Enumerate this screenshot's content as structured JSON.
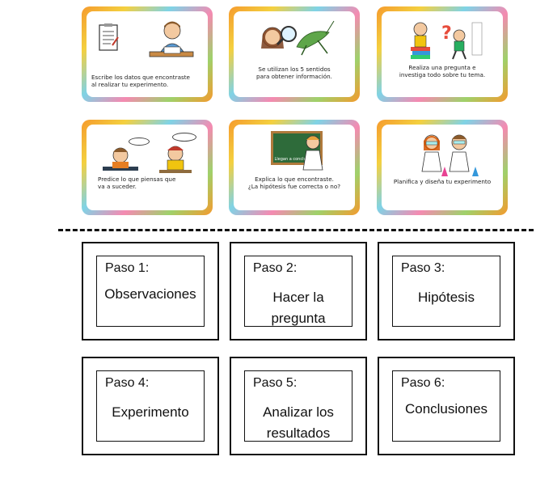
{
  "cards": [
    {
      "caption_line1": "Escribe los datos que encontraste",
      "caption_line2": "al realizar tu experimento."
    },
    {
      "caption_line1": "Se utilizan los 5 sentidos",
      "caption_line2": "para obtener información."
    },
    {
      "caption_line1": "Realiza una pregunta e",
      "caption_line2": "investiga todo sobre tu tema."
    },
    {
      "caption_line1": "Predice lo que piensas que",
      "caption_line2": "va a suceder."
    },
    {
      "caption_line1": "Explica lo que encontraste.",
      "caption_line2": "¿La hipótesis fue correcta o no?",
      "board_text": "Llegan a conclusiones"
    },
    {
      "caption_line1": "Planifica y diseña tu experimento",
      "caption_line2": ""
    }
  ],
  "steps": [
    {
      "label": "Paso 1:",
      "line1": "Observaciones",
      "line2": ""
    },
    {
      "label": "Paso 2:",
      "line1": "Hacer la",
      "line2": "pregunta"
    },
    {
      "label": "Paso 3:",
      "line1": "Hipótesis",
      "line2": ""
    },
    {
      "label": "Paso 4:",
      "line1": "Experimento",
      "line2": ""
    },
    {
      "label": "Paso 5:",
      "line1": "Analizar los",
      "line2": "resultados"
    },
    {
      "label": "Paso 6:",
      "line1": "Conclusiones",
      "line2": ""
    }
  ]
}
